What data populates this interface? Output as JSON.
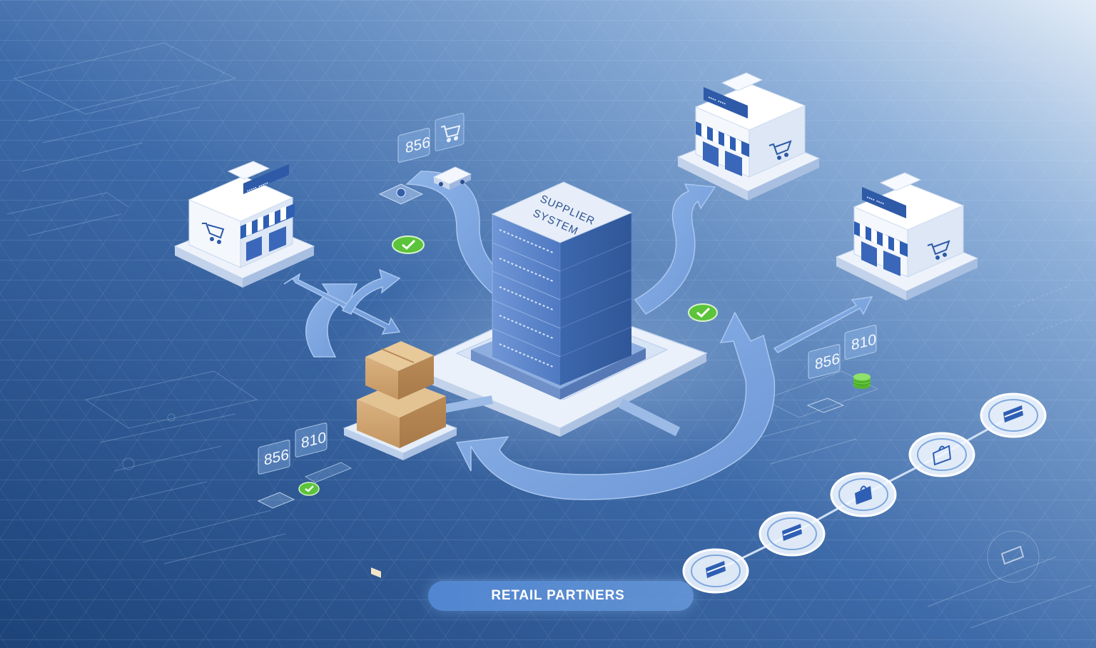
{
  "server": {
    "label_line1": "SUPPLIER",
    "label_line2": "SYSTEM"
  },
  "doc_tags": {
    "top_856": "856",
    "right_856": "856",
    "right_810": "810",
    "left_856": "856",
    "left_810": "810"
  },
  "banner": {
    "label": "RETAIL PARTNERS"
  },
  "colors": {
    "background_dark": "#23487f",
    "background_light": "#dce8f6",
    "flow_arrow": "#7fa9e3",
    "check_green": "#5bc43a",
    "awning_blue": "#2f5fb4"
  },
  "icons": {
    "store": "storefront-icon",
    "cart": "shopping-cart-icon",
    "box": "cardboard-box-icon",
    "check": "checkmark-icon",
    "truck": "delivery-truck-icon",
    "coins": "coin-stack-icon"
  }
}
